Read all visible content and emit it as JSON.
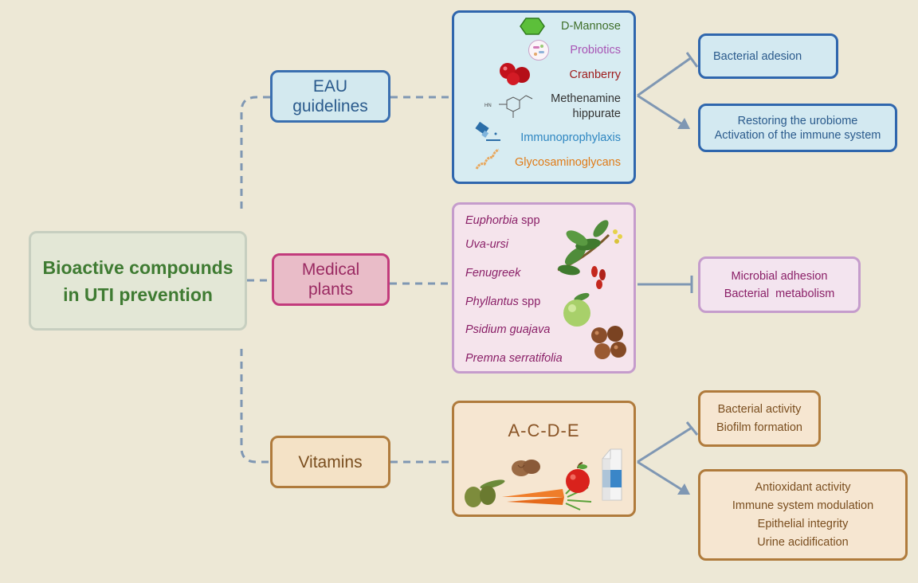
{
  "root": {
    "line1": "Bioactive compounds",
    "line2": "in UTI prevention"
  },
  "categories": {
    "eau": {
      "line1": "EAU",
      "line2": "guidelines"
    },
    "plants": {
      "line1": "Medical",
      "line2": "plants"
    },
    "vitamins": {
      "label": "Vitamins"
    }
  },
  "eau_items": {
    "d_mannose": "D-Mannose",
    "probiotics": "Probiotics",
    "cranberry": "Cranberry",
    "methenamine_1": "Methenamine",
    "methenamine_2": "hippurate",
    "immunoprophylaxis": "Immunoprophylaxis",
    "glycosaminoglycans": "Glycosaminoglycans"
  },
  "plant_items": [
    {
      "italic": "Euphorbia",
      "rest": " spp"
    },
    {
      "italic": "Uva-ursi",
      "rest": ""
    },
    {
      "italic": "Fenugreek",
      "rest": ""
    },
    {
      "italic": "Phyllantus",
      "rest": " spp"
    },
    {
      "italic": "Psidium guajava",
      "rest": ""
    },
    {
      "italic": "Premna serratifolia",
      "rest": ""
    }
  ],
  "vitamins_title": "A-C-D-E",
  "outcomes": {
    "eau_inhibit": "Bacterial adesion",
    "eau_promote_1": "Restoring the urobiome",
    "eau_promote_2": "Activation of the immune system",
    "plants_inhibit_1": "Microbial adhesion",
    "plants_inhibit_2": "Bacterial  metabolism",
    "vit_inhibit_1": "Bacterial activity",
    "vit_inhibit_2": "Biofilm formation",
    "vit_promote": [
      "Antioxidant activity",
      "Immune system modulation",
      "Epithelial integrity",
      "Urine acidification"
    ]
  },
  "colors": {
    "background": "#ede8d6",
    "connector": "#7f97b3",
    "eau_text": {
      "d_mannose": "#3f6f2a",
      "probiotics": "#a855b5",
      "cranberry": "#9e1b1b",
      "methenamine": "#333333",
      "immunoprophylaxis": "#2e86c1",
      "glycosaminoglycans": "#e07b17"
    }
  },
  "icons": [
    "hexagon-icon",
    "probiotics-icon",
    "cranberry-icon",
    "molecule-icon",
    "spray-icon",
    "gag-chain-icon",
    "plant-branch-icon",
    "guava-icon",
    "seeds-icon",
    "olives-icon",
    "walnut-icon",
    "carrot-icon",
    "apple-icon",
    "milk-carton-icon"
  ]
}
